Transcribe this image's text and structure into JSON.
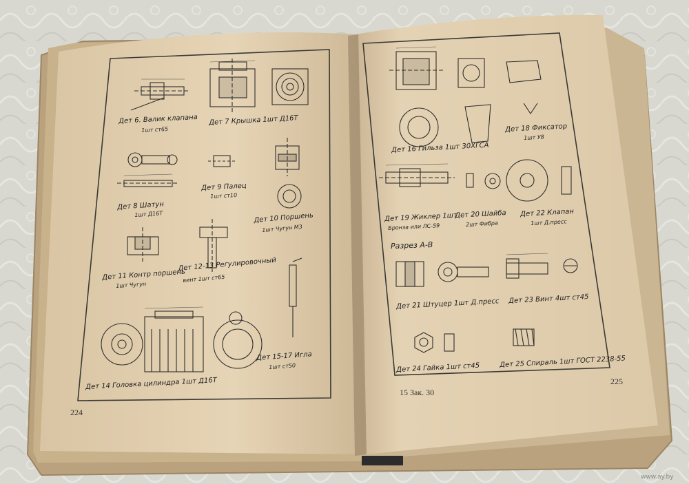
{
  "left_page": {
    "page_number": "224",
    "captions": [
      {
        "title": "Дет 6. Валик клапана",
        "sub": "1шт ст65"
      },
      {
        "title": "Дет 7 Крышка 1шт Д16Т",
        "sub": ""
      },
      {
        "title": "Дет 8 Шатун",
        "sub": "1шт Д16Т"
      },
      {
        "title": "Дет 9 Палец",
        "sub": "1шт ст10"
      },
      {
        "title": "Дет 10 Поршень",
        "sub": "1шт Чугун М3"
      },
      {
        "title": "Дет 11 Контр поршень",
        "sub": "1шт Чугун"
      },
      {
        "title": "Дет 12-13 Регулировочный",
        "sub": "винт 1шт ст65"
      },
      {
        "title": "Дет 15-17 Игла",
        "sub": "1шт ст50"
      },
      {
        "title": "Дет 14 Головка цилиндра 1шт Д16Т",
        "sub": ""
      }
    ]
  },
  "right_page": {
    "page_number": "225",
    "footer": "15 Зак. 30",
    "section_label": "Разрез А-В",
    "captions": [
      {
        "title": "Дет 16 Гильза 1шт 30ХГСА",
        "sub": ""
      },
      {
        "title": "Дет 18 Фиксатор",
        "sub": "1шт У8"
      },
      {
        "title": "Дет 19 Жиклер 1шт",
        "sub": "Бронза или ЛС-59"
      },
      {
        "title": "Дет 20 Шайба",
        "sub": "2шт Фибра"
      },
      {
        "title": "Дет 22 Клапан",
        "sub": "1шт Д.пресс"
      },
      {
        "title": "Дет 21 Штуцер 1шт Д.пресс",
        "sub": ""
      },
      {
        "title": "Дет 23 Винт 4шт ст45",
        "sub": ""
      },
      {
        "title": "Дет 24 Гайка 1шт ст45",
        "sub": ""
      },
      {
        "title": "Дет 25 Спираль 1шт ГОСТ 2238-55",
        "sub": ""
      }
    ]
  },
  "watermark": "www.ay.by"
}
